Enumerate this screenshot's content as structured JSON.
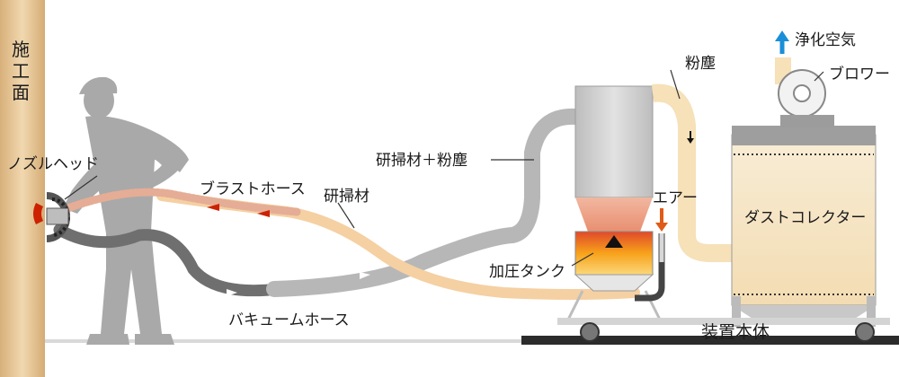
{
  "labels": {
    "wall": [
      "施",
      "工",
      "面"
    ],
    "nozzle_head": "ノズルヘッド",
    "blast_hose": "ブラストホース",
    "abrasive": "研掃材",
    "abrasive_dust": "研掃材＋粉塵",
    "dust": "粉塵",
    "clean_air": "浄化空気",
    "blower": "ブロワー",
    "air": "エアー",
    "dust_collector": "ダストコレクター",
    "pressure_tank": "加圧タンク",
    "vacuum_hose": "バキュームホース",
    "main_unit": "装置本体"
  },
  "colors": {
    "wall": "#e9c99a",
    "worker": "#a8a8a8",
    "hose_gray": "#b3b3b3",
    "hose_dark": "#6a6a6a",
    "hose_orange": "#f4c48e",
    "hose_pink": "#e0a28a",
    "arrow_red": "#cc2200",
    "arrow_blue": "#1a8ed8",
    "tank_orange": "#f08a00",
    "collector_fill": "#f5e6c8",
    "unit_gray": "#c9c9c9"
  }
}
